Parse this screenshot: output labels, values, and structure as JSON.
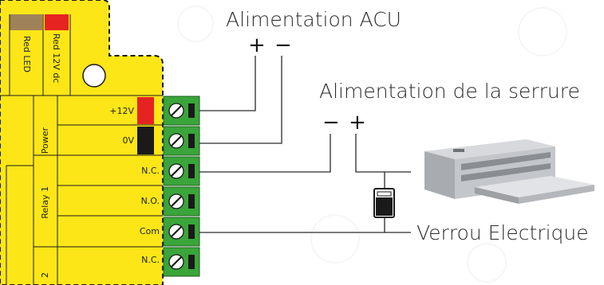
{
  "titles": {
    "acu_supply": "Alimentation ACU",
    "lock_supply": "Alimentation de la serrure",
    "lock": "Verrou Electrique"
  },
  "polarity": {
    "acu_plus": "+",
    "acu_minus": "−",
    "lock_minus": "−",
    "lock_plus": "+"
  },
  "top_labels": {
    "red_led": "Red LED",
    "red_12v": "Red 12V dc"
  },
  "groups": {
    "power": "Power",
    "relay1": "Relay 1",
    "relay2": "2"
  },
  "terminals": [
    "+12V",
    "0V",
    "N.C.",
    "N.O.",
    "Com",
    "N.C."
  ],
  "colors": {
    "board": "#fce617",
    "terminal_block": "#3aa53a",
    "plus_wire": "#e52421",
    "zero_wire": "#1a1a1a",
    "led_wire": "#a0825a"
  }
}
